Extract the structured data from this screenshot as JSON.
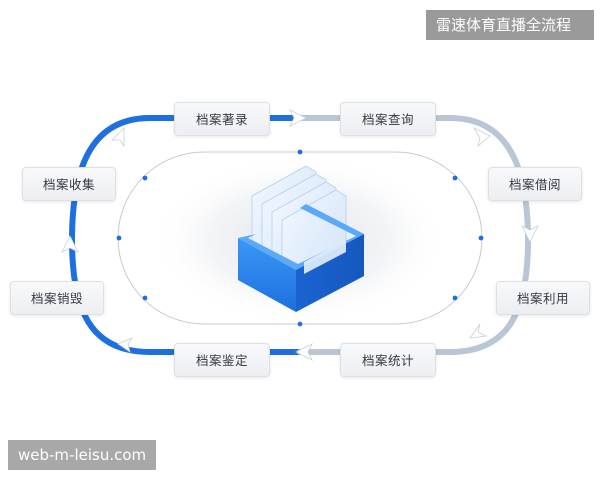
{
  "header": {
    "title": "雷速体育直播全流程"
  },
  "footer": {
    "watermark": "web-m-leisu.com"
  },
  "nodes": {
    "catalog": "档案著录",
    "query": "档案查询",
    "borrow": "档案借阅",
    "use": "档案利用",
    "statistics": "档案统计",
    "appraisal": "档案鉴定",
    "destroy": "档案销毁",
    "collect": "档案收集"
  },
  "colors": {
    "accent_blue": "#1e6fe0",
    "flow_gray": "#b8c6d6",
    "box_blue": "#2a8cf0"
  },
  "icons": {
    "center": "archive-box-icon"
  }
}
